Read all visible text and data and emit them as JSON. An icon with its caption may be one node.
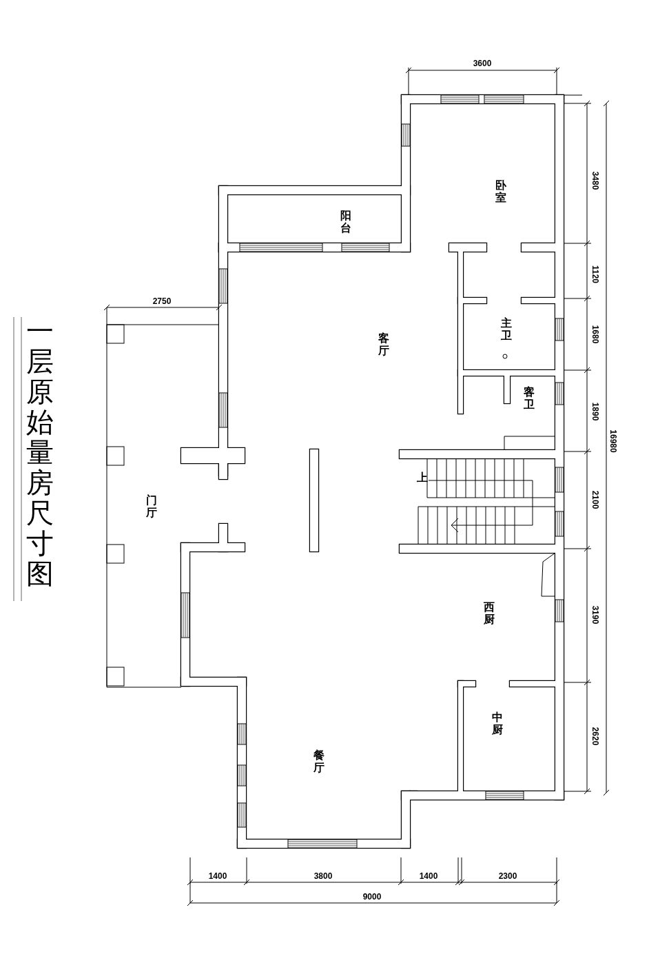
{
  "diagram": {
    "title": "一层原始量房尺寸图",
    "labels": [
      "3600",
      "3480",
      "卧室",
      "阳台",
      "1120",
      "2750",
      "主卫",
      "1680",
      "客厅",
      "客卫",
      "1890",
      "16980",
      "上",
      "门厅",
      "2100",
      "西厨",
      "3190",
      "中厨",
      "2620",
      "餐厅",
      "1400",
      "3800",
      "1400",
      "2300",
      "9000"
    ]
  }
}
